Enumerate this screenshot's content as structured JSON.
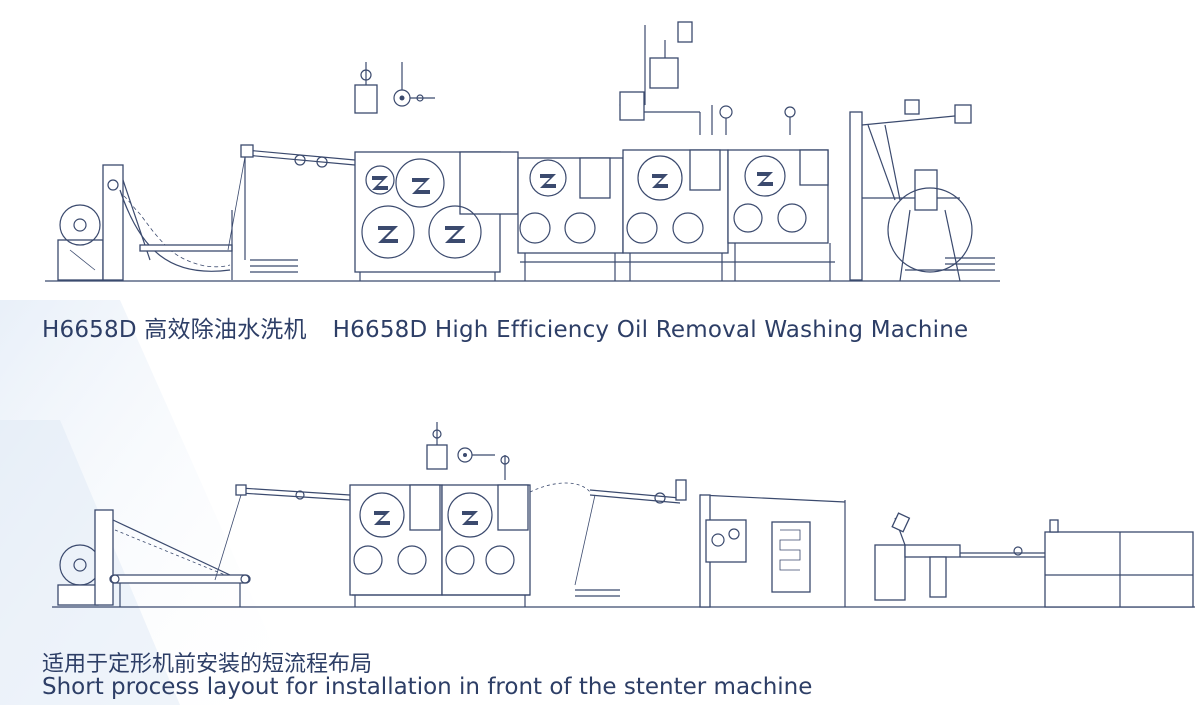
{
  "captions": {
    "top_model": "H6658D",
    "top_cn": "高效除油水洗机",
    "top_en": "H6658D High Efficiency Oil Removal Washing Machine",
    "bottom_cn": "适用于定形机前安装的短流程布局",
    "bottom_en": "Short process layout for installation in front of the stenter machine"
  },
  "colors": {
    "line": "#3b4a6e",
    "caption": "#2d3e66",
    "background_sweep": "#e6eef8"
  },
  "icons": {
    "roller": "z-shaped-roller-icon",
    "guide_roll": "guide-roll-icon"
  }
}
